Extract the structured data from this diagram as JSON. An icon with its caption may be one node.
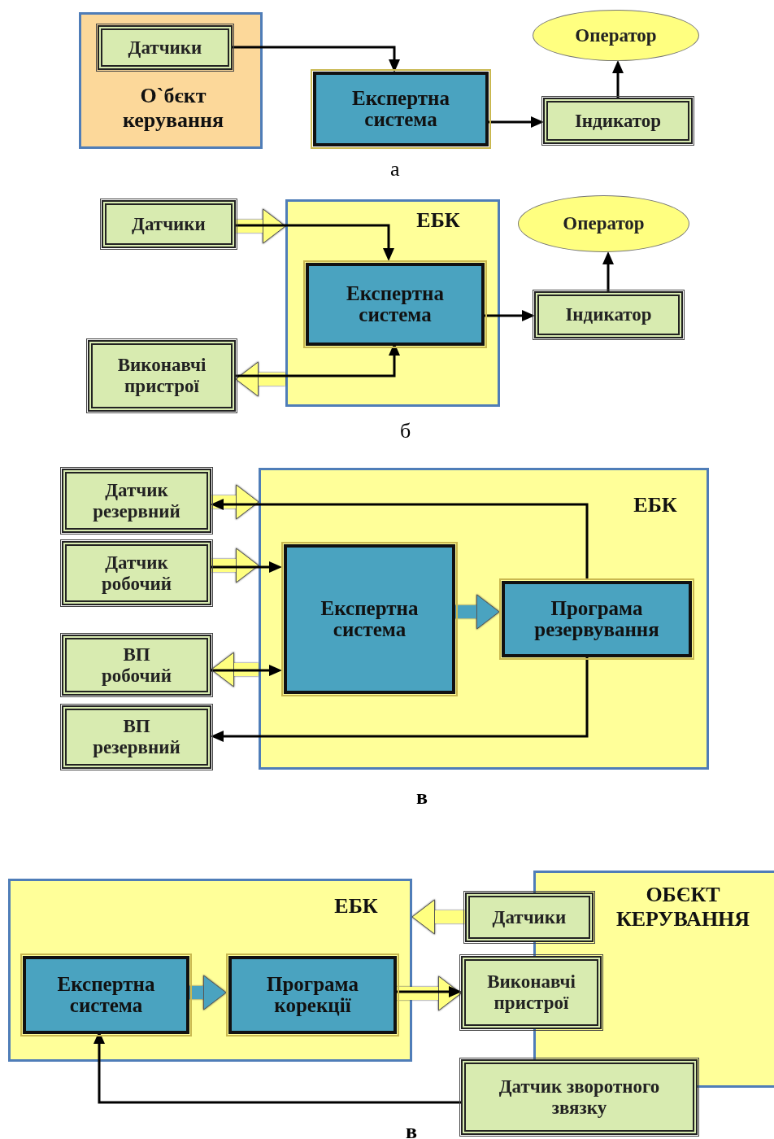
{
  "diagram": {
    "nodes": [
      {
        "text": [
          "О`бєкт керування"
        ]
      },
      {
        "text": [
          "Датчики"
        ],
        "in": 0
      },
      {
        "text": [
          "Експертна система"
        ]
      },
      {
        "text": [
          "Оператор"
        ]
      },
      {
        "text": [
          "Індикатор"
        ]
      },
      {
        "text": [
          "ЕБК"
        ]
      },
      {
        "text": [
          "Датчики"
        ]
      },
      {
        "text": [
          "Експертна система"
        ],
        "in": 5
      },
      {
        "text": [
          "Виконавчі пристрої"
        ]
      },
      {
        "text": [
          "Оператор"
        ]
      },
      {
        "text": [
          "Індикатор"
        ]
      },
      {
        "text": [
          "ЕБК"
        ]
      },
      {
        "text": [
          "Датчик резервний"
        ]
      },
      {
        "text": [
          "Датчик робочий"
        ]
      },
      {
        "text": [
          "Експертна система"
        ],
        "in": 11
      },
      {
        "text": [
          "Програма резервування"
        ],
        "in": 11
      },
      {
        "text": [
          "ВП робочий"
        ]
      },
      {
        "text": [
          "ВП резервний"
        ]
      },
      {
        "text": [
          "ЕБК"
        ]
      },
      {
        "text": [
          "ОБЄКТ КЕРУВАННЯ"
        ]
      },
      {
        "text": [
          "Датчики"
        ]
      },
      {
        "text": [
          "Експертна система"
        ],
        "in": 18
      },
      {
        "text": [
          "Програма корекції"
        ],
        "in": 18
      },
      {
        "text": [
          "Виконавчі пристрої"
        ]
      },
      {
        "text": [
          "Датчик зворотного звязку"
        ]
      }
    ],
    "edges": [
      {
        "from": 1,
        "to": 2,
        "arrow": "to"
      },
      {
        "from": 2,
        "to": 4,
        "arrow": "to"
      },
      {
        "from": 4,
        "to": 3,
        "arrow": "to"
      },
      {
        "from": 6,
        "to": 5,
        "arrow": "to",
        "style": "thick",
        "color": "#ffff80"
      },
      {
        "from": 6,
        "to": 7,
        "arrow": "to"
      },
      {
        "from": 5,
        "to": 8,
        "arrow": "to",
        "style": "thick",
        "color": "#ffff80"
      },
      {
        "from": 8,
        "to": 7,
        "arrow": "to"
      },
      {
        "from": 7,
        "to": 10,
        "arrow": "to"
      },
      {
        "from": 10,
        "to": 9,
        "arrow": "to"
      },
      {
        "from": 12,
        "to": 11,
        "arrow": "to",
        "style": "thick",
        "color": "#ffff80"
      },
      {
        "from": 15,
        "to": 12,
        "arrow": "to"
      },
      {
        "from": 13,
        "to": 11,
        "arrow": "to",
        "style": "thick",
        "color": "#ffff80"
      },
      {
        "from": 13,
        "to": 14,
        "arrow": "to"
      },
      {
        "from": 11,
        "to": 16,
        "arrow": "to",
        "style": "thick",
        "color": "#ffff80"
      },
      {
        "from": 16,
        "to": 14,
        "arrow": "to"
      },
      {
        "from": 14,
        "to": 15,
        "arrow": "to",
        "style": "thick",
        "color": "#4aa3c0"
      },
      {
        "from": 15,
        "to": 17,
        "arrow": "to"
      },
      {
        "from": 20,
        "to": 18,
        "arrow": "to",
        "style": "thick",
        "color": "#ffff80"
      },
      {
        "from": 21,
        "to": 22,
        "arrow": "to",
        "style": "thick",
        "color": "#4aa3c0"
      },
      {
        "from": 22,
        "to": 23,
        "arrow": "to",
        "style": "thick",
        "color": "#ffff80"
      },
      {
        "from": 22,
        "to": 23,
        "arrow": "to"
      },
      {
        "from": 24,
        "to": 21,
        "arrow": "to"
      }
    ],
    "labels": [
      "а",
      "б",
      "в",
      "в"
    ]
  }
}
